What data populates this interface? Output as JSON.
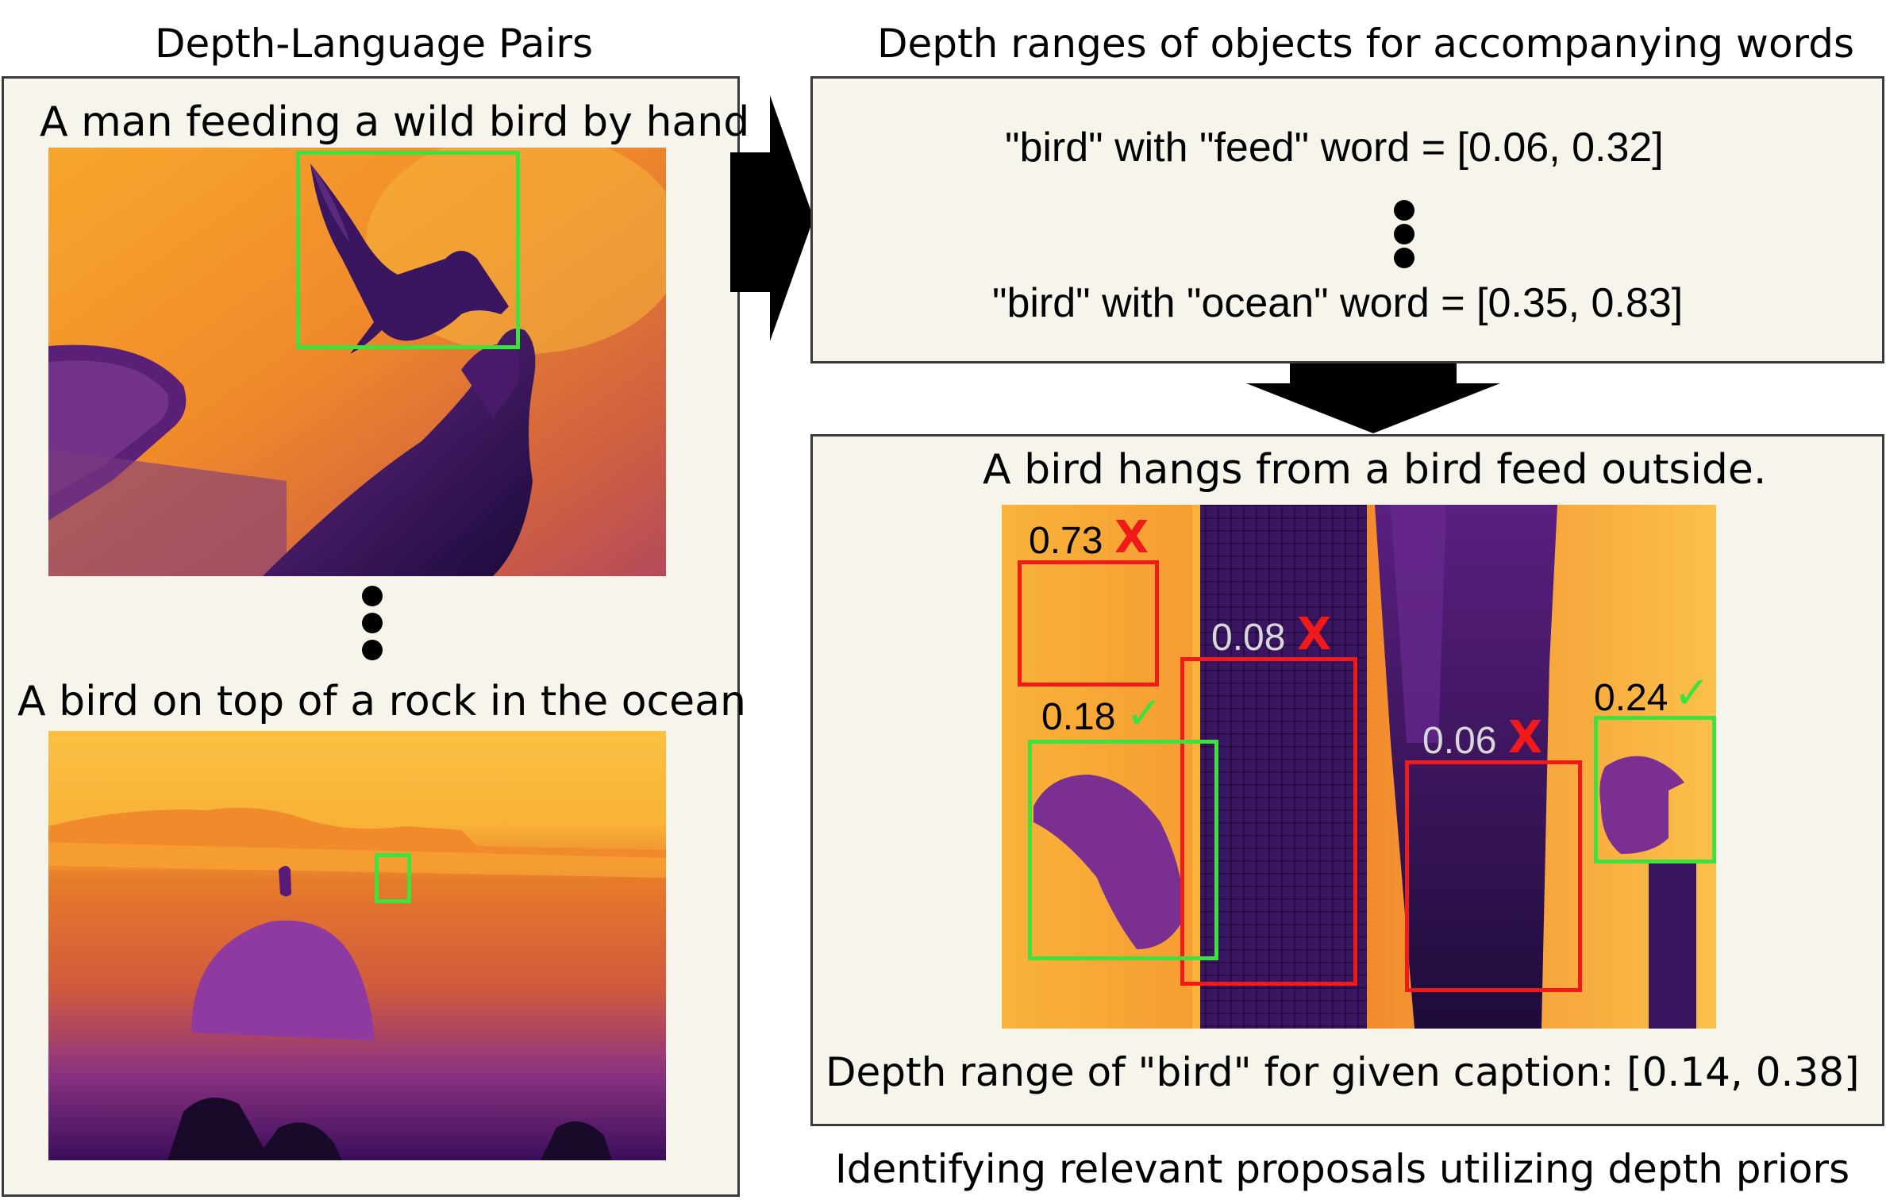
{
  "left": {
    "title": "Depth-Language Pairs",
    "caption_top": "A man feeding a wild bird by hand",
    "caption_bottom": "A bird on top of a rock in the ocean"
  },
  "right_top": {
    "title": "Depth ranges of objects for accompanying words",
    "line1": "\"bird\" with \"feed\" word = [0.06, 0.32]",
    "line2": "\"bird\" with \"ocean\" word = [0.35, 0.83]"
  },
  "right_bottom": {
    "caption": "A bird hangs from a bird feed outside.",
    "range_text": "Depth range of \"bird\" for given caption:  [0.14, 0.38]",
    "footer": "Identifying relevant proposals utilizing depth priors",
    "proposals": [
      {
        "score": "0.73",
        "verdict": "X"
      },
      {
        "score": "0.08",
        "verdict": "X"
      },
      {
        "score": "0.18",
        "verdict": "✓"
      },
      {
        "score": "0.06",
        "verdict": "X"
      },
      {
        "score": "0.24",
        "verdict": "✓"
      }
    ]
  },
  "colors": {
    "accept": "#3ee23e",
    "reject": "#f01a1a",
    "panel_bg": "#f7f4ec"
  }
}
